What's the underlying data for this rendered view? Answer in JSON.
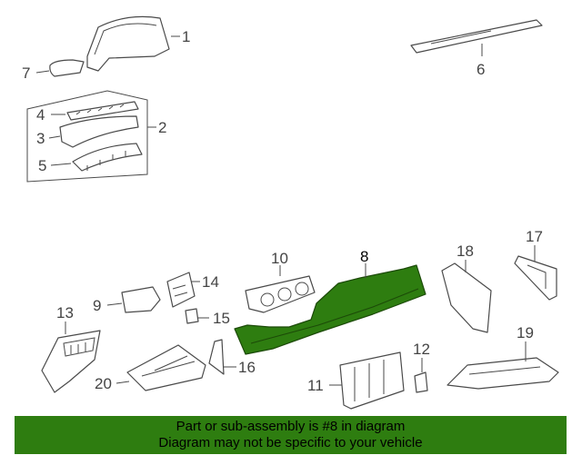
{
  "colors": {
    "highlight": "#2e7d10",
    "banner_bg": "#2e7d10",
    "line": "#4a4a4a"
  },
  "selected_part": "8",
  "callouts": {
    "c1": "1",
    "c2": "2",
    "c3": "3",
    "c4": "4",
    "c5": "5",
    "c6": "6",
    "c7": "7",
    "c8": "8",
    "c9": "9",
    "c10": "10",
    "c11": "11",
    "c12": "12",
    "c13": "13",
    "c14": "14",
    "c15": "15",
    "c16": "16",
    "c17": "17",
    "c18": "18",
    "c19": "19",
    "c20": "20"
  },
  "banner": {
    "line1": "Part or sub-assembly is #8 in diagram",
    "line2": "Diagram may not be specific to your vehicle"
  }
}
